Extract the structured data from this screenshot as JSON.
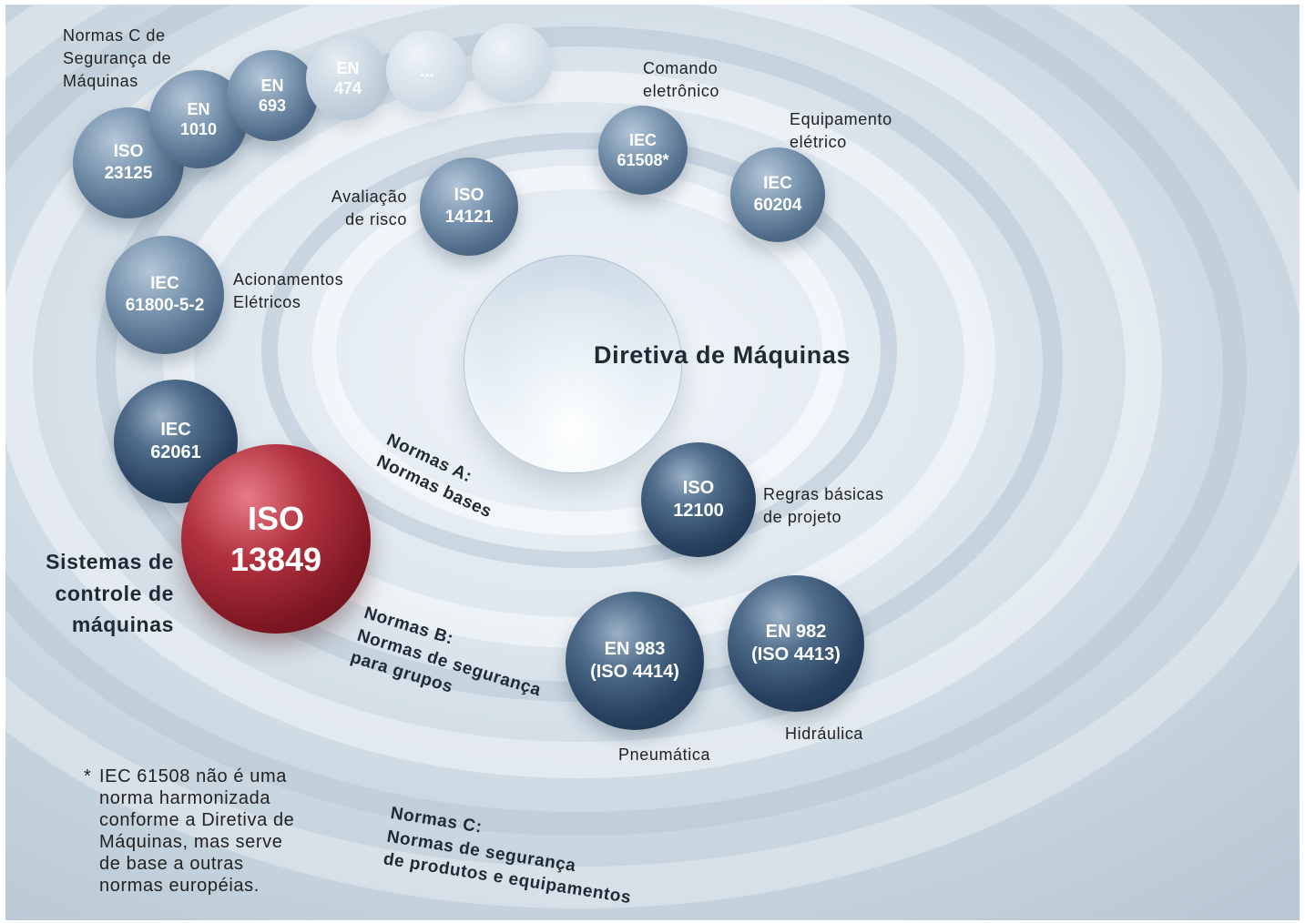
{
  "center": {
    "title": "Diretiva de Máquinas"
  },
  "spheres": {
    "iso23125": {
      "l1": "ISO",
      "l2": "23125"
    },
    "en1010": {
      "l1": "EN",
      "l2": "1010"
    },
    "en693": {
      "l1": "EN",
      "l2": "693"
    },
    "en474": {
      "l1": "EN",
      "l2": "474"
    },
    "ellipsis": {
      "l1": "..."
    },
    "iec61508": {
      "l1": "IEC",
      "l2": "61508*"
    },
    "iec60204": {
      "l1": "IEC",
      "l2": "60204"
    },
    "iso14121": {
      "l1": "ISO",
      "l2": "14121"
    },
    "iec61800": {
      "l1": "IEC",
      "l2": "61800-5-2"
    },
    "iec62061": {
      "l1": "IEC",
      "l2": "62061"
    },
    "iso13849": {
      "l1": "ISO",
      "l2": "13849"
    },
    "iso12100": {
      "l1": "ISO",
      "l2": "12100"
    },
    "en983": {
      "l1": "EN 983",
      "l2": "(ISO 4414)"
    },
    "en982": {
      "l1": "EN 982",
      "l2": "(ISO 4413)"
    }
  },
  "labels": {
    "normas_c_seg": [
      "Normas C de",
      "Segurança de",
      "Máquinas"
    ],
    "comando": [
      "Comando",
      "eletrônico"
    ],
    "equipamento": [
      "Equipamento",
      "elétrico"
    ],
    "avaliacao": [
      "Avaliação",
      "de risco"
    ],
    "acionamentos": [
      "Acionamentos",
      "Elétricos"
    ],
    "regras": [
      "Regras básicas",
      "de projeto"
    ],
    "pneumatica": "Pneumática",
    "hidraulica": "Hidráulica"
  },
  "sistemas": [
    "Sistemas de",
    "controle de",
    "máquinas"
  ],
  "normas": {
    "a": [
      "Normas A:",
      "Normas bases"
    ],
    "b": [
      "Normas B:",
      "Normas de segurança",
      "para grupos"
    ],
    "c": [
      "Normas C:",
      "Normas de segurança",
      "de produtos e equipamentos"
    ]
  },
  "footnote": {
    "asterisk": "*",
    "lines": [
      "IEC 61508 não é uma",
      "norma harmonizada",
      "conforme a Diretiva de",
      "Máquinas, mas serve",
      "de base a outras",
      "normas européias."
    ]
  }
}
